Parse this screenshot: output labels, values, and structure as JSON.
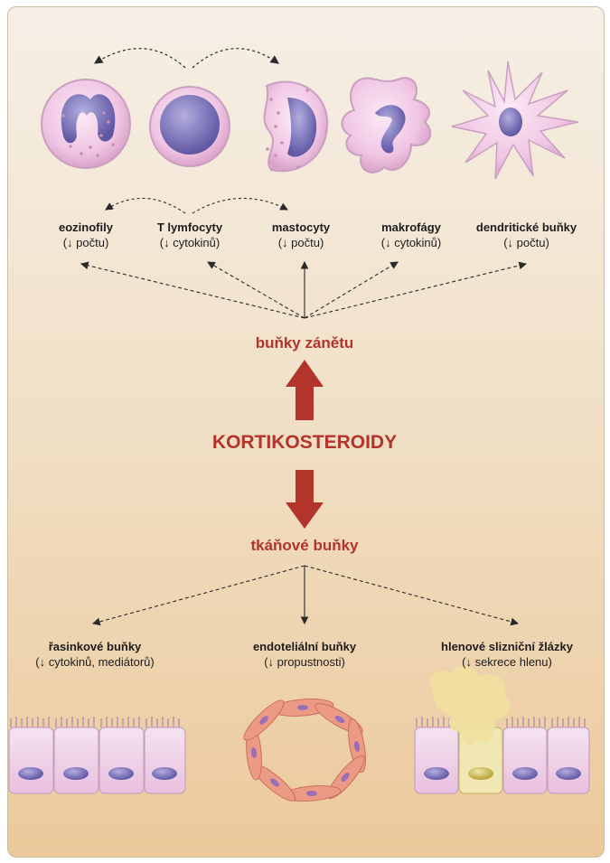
{
  "diagram": {
    "center": "KORTIKOSTEROIDY",
    "upper_group": "buňky zánětu",
    "lower_group": "tkáňové buňky",
    "inflammatory_cells": [
      {
        "name": "eozinofily",
        "effect": "(↓ počtu)"
      },
      {
        "name": "T lymfocyty",
        "effect": "(↓ cytokinů)"
      },
      {
        "name": "mastocyty",
        "effect": "(↓ počtu)"
      },
      {
        "name": "makrofágy",
        "effect": "(↓ cytokinů)"
      },
      {
        "name": "dendritické buňky",
        "effect": "(↓ počtu)"
      }
    ],
    "tissue_cells": [
      {
        "name": "řasinkové buňky",
        "effect": "(↓ cytokinů, mediátorů)"
      },
      {
        "name": "endoteliální buňky",
        "effect": "(↓ propustnosti)"
      },
      {
        "name": "hlenové slizniční žlázky",
        "effect": "(↓ sekrece hlenu)"
      }
    ],
    "colors": {
      "accent_red": "#b2342b",
      "cell_pink": "#f2c9e6",
      "nucleus_purple": "#7c73b8",
      "endothelial_orange": "#e8907a",
      "mucus_yellow": "#efe0a0"
    }
  }
}
